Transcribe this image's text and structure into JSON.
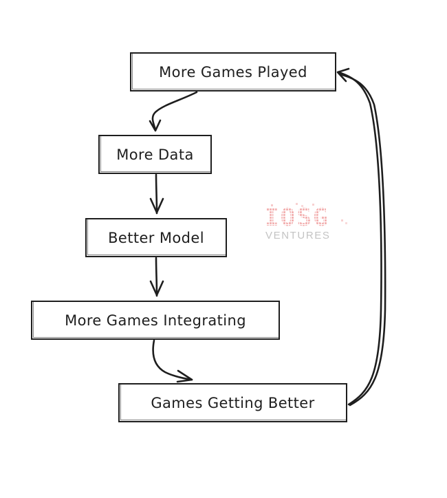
{
  "diagram": {
    "nodes": [
      {
        "id": "more-games-played",
        "label": "More Games Played"
      },
      {
        "id": "more-data",
        "label": "More Data"
      },
      {
        "id": "better-model",
        "label": "Better Model"
      },
      {
        "id": "more-games-integrating",
        "label": "More Games Integrating"
      },
      {
        "id": "games-getting-better",
        "label": "Games Getting Better"
      }
    ],
    "edges": [
      {
        "from": "more-games-played",
        "to": "more-data"
      },
      {
        "from": "more-data",
        "to": "better-model"
      },
      {
        "from": "better-model",
        "to": "more-games-integrating"
      },
      {
        "from": "more-games-integrating",
        "to": "games-getting-better"
      },
      {
        "from": "games-getting-better",
        "to": "more-games-played"
      }
    ],
    "stroke_color": "#1e1e1e",
    "background_color": "#ffffff"
  },
  "watermark": {
    "logo_text": "IOSG",
    "sub_text": "VENTURES",
    "logo_color": "#f3b3b3",
    "sub_color": "#b9b9b9"
  }
}
